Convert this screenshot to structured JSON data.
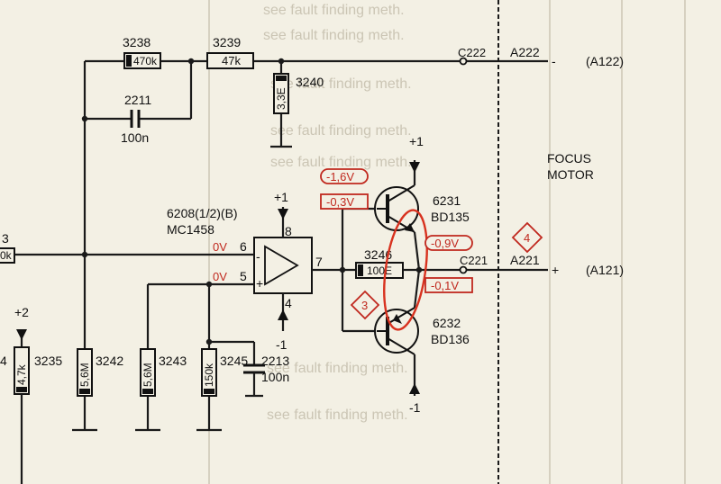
{
  "components": {
    "r3238": {
      "ref": "3238",
      "value": "470k"
    },
    "r3239": {
      "ref": "3239",
      "value": "47k"
    },
    "r3240": {
      "ref": "3240",
      "value": "3,3E"
    },
    "c2211": {
      "ref": "2211",
      "value": "100n"
    },
    "r3246": {
      "ref": "3246",
      "value": "100E"
    },
    "q6231": {
      "ref": "6231",
      "value": "BD135"
    },
    "q6232": {
      "ref": "6232",
      "value": "BD136"
    },
    "ic6208": {
      "ref": "6208(1/2)(B)",
      "value": "MC1458"
    },
    "r3235": {
      "ref": "3235",
      "value": "4,7k"
    },
    "r3242": {
      "ref": "3242",
      "value": "5,6M"
    },
    "r3243": {
      "ref": "3243",
      "value": "5,6M"
    },
    "r3245": {
      "ref": "3245",
      "value": "150k"
    },
    "c2213": {
      "ref": "2213",
      "value": "100n"
    },
    "left_res": {
      "ref": "3",
      "value": "0k"
    },
    "left_res2": {
      "ref": "4"
    }
  },
  "pins": {
    "p6": "6",
    "p5": "5",
    "p7": "7",
    "p8": "8",
    "p4": "4"
  },
  "rails": {
    "plus1": "+1",
    "minus1": "-1",
    "plus2": "+2"
  },
  "connectors": {
    "c222": "C222",
    "a222": "A222",
    "a222_sign": "-",
    "a122": "(A122)",
    "c221": "C221",
    "a221": "A221",
    "a221_sign": "+",
    "a121": "(A121)"
  },
  "motor": {
    "line1": "FOCUS",
    "line2": "MOTOR"
  },
  "voltages": {
    "v_pin6": "0V",
    "v_pin5": "0V",
    "v_q1_top": "-1,6V",
    "v_q1_bot": "-0,3V",
    "v_out_top": "-0,9V",
    "v_out_bot": "-0,1V"
  },
  "markers": {
    "m3": "3",
    "m4": "4"
  },
  "background": {
    "rows": [
      "see fault finding meth.",
      "see fault finding meth.",
      "see fault finding meth.",
      "see fault finding meth.",
      "see fault finding meth.",
      "see fault finding meth.",
      "see fault finding meth."
    ]
  },
  "colors": {
    "annotation": "#c0281e",
    "ink": "#111111",
    "paper": "#f3f0e4"
  }
}
